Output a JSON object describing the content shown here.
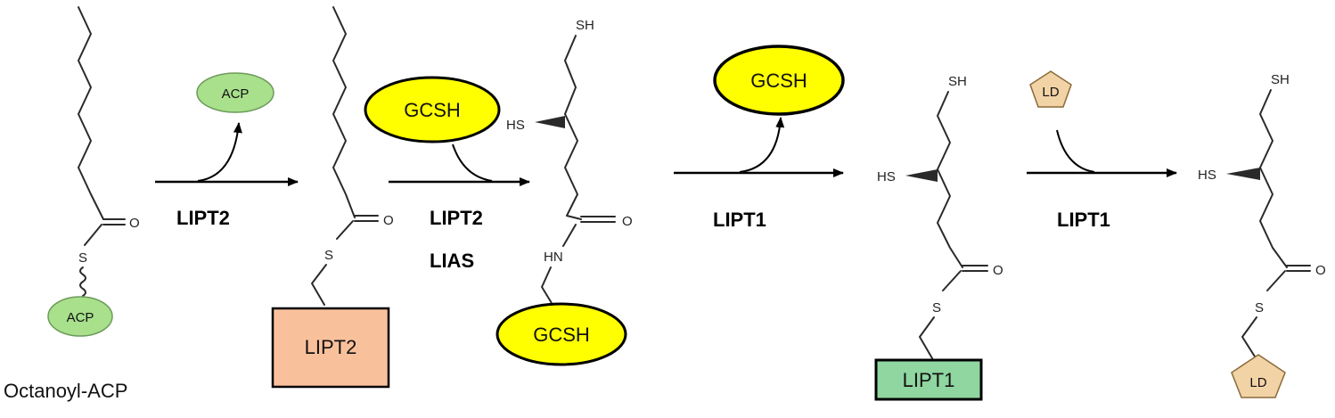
{
  "substrate_label": "Octanoyl-ACP",
  "atoms": {
    "O": "O",
    "S": "S",
    "HN": "HN",
    "HS": "HS",
    "SH": "SH"
  },
  "step1": {
    "enzyme": "LIPT2",
    "released": "ACP"
  },
  "step2": {
    "enzymes": [
      "LIPT2",
      "LIAS"
    ],
    "cofactor_in": "GCSH"
  },
  "step3": {
    "enzyme": "LIPT1",
    "released": "GCSH"
  },
  "step4": {
    "enzyme": "LIPT1",
    "cofactor_in": "LD"
  },
  "carriers": {
    "acp": "ACP",
    "lipt2_box": "LIPT2",
    "gcsh_bound": "GCSH",
    "lipt1_box": "LIPT1",
    "ld_bound": "LD"
  },
  "colors": {
    "acp_fill": "#a8e08c",
    "gcsh_fill": "#ffff00",
    "lipt2_fill": "#f9c19b",
    "lipt1_fill": "#8fd6a0",
    "ld_fill": "#f2d3a6"
  }
}
